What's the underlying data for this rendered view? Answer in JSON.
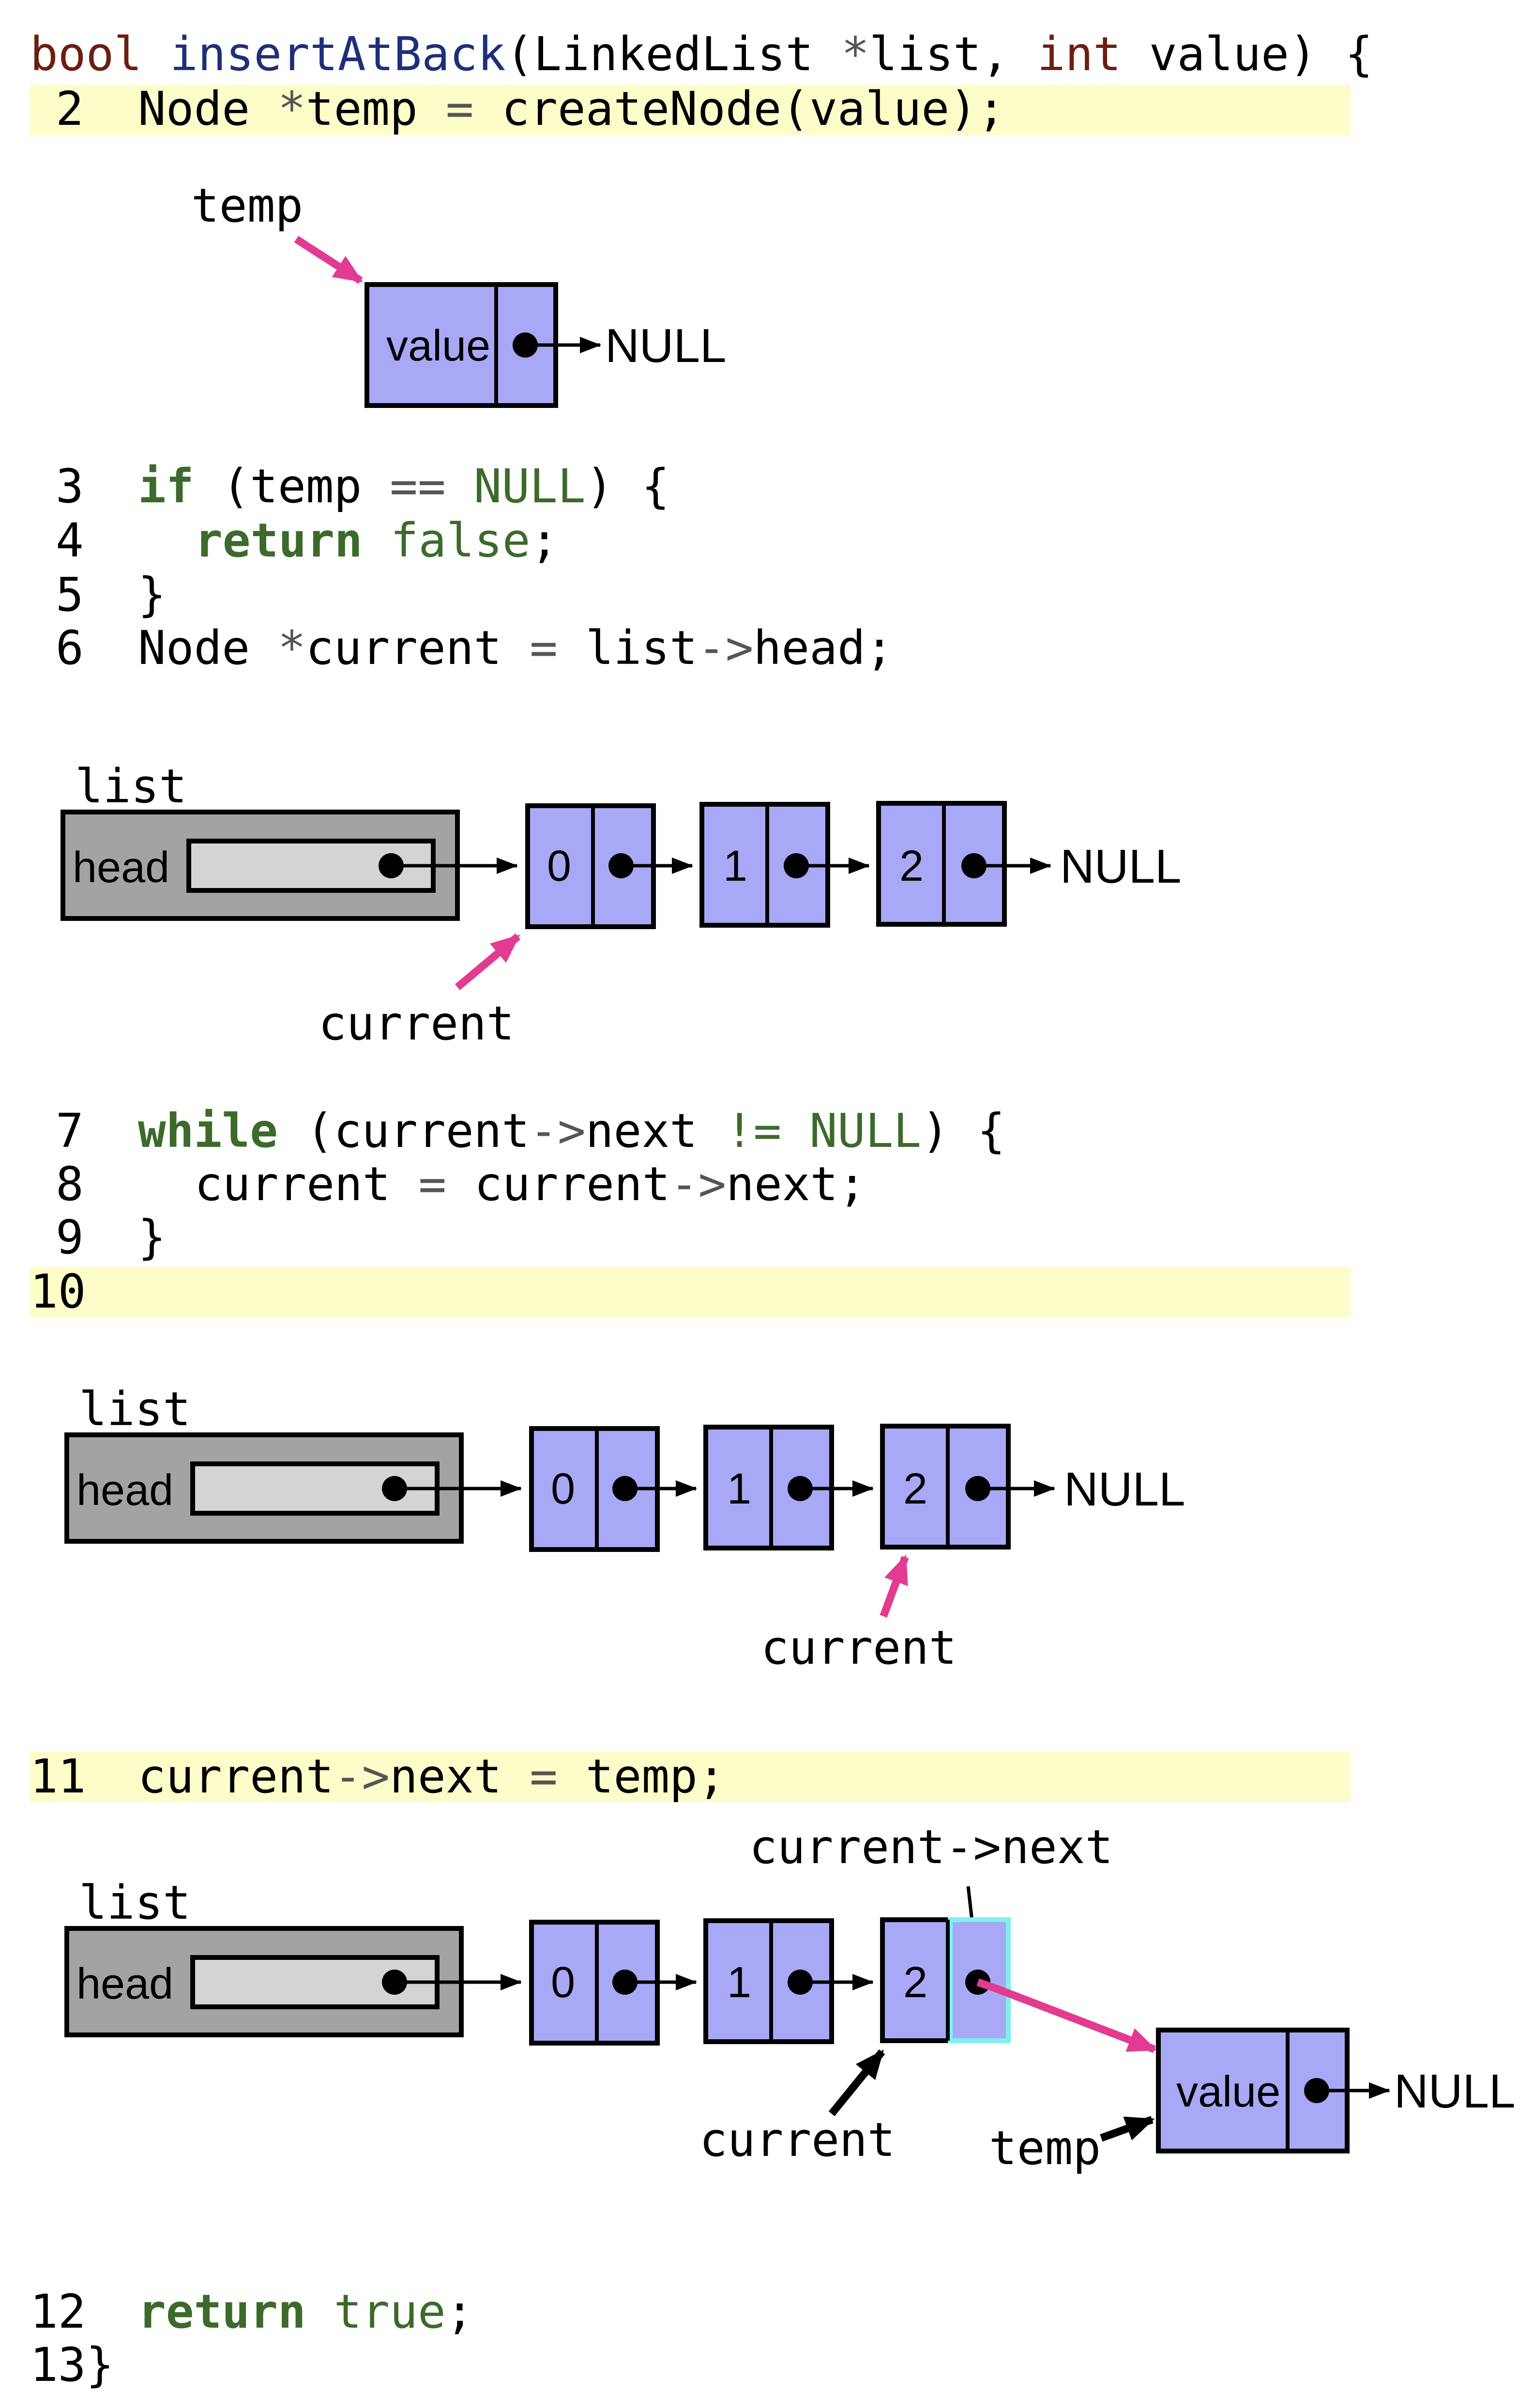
{
  "code": {
    "line1": {
      "type": "bool",
      "fn": "insertAtBack",
      "open": "(LinkedList ",
      "star1": "*",
      "p1": "list, ",
      "int": "int",
      "p2": " value) {"
    },
    "line2": {
      "num": "2",
      "a": "Node ",
      "star": "*",
      "b": "temp ",
      "eq": "=",
      "c": " createNode(value);"
    },
    "line3": {
      "num": "3",
      "kw": "if",
      "a": " (temp ",
      "eq": "==",
      "sp": " ",
      "lit": "NULL",
      "b": ") {"
    },
    "line4": {
      "num": "4",
      "kw": "return",
      "sp": " ",
      "lit": "false",
      "b": ";"
    },
    "line5": {
      "num": "5",
      "a": "}"
    },
    "line6": {
      "num": "6",
      "a": "Node ",
      "star": "*",
      "b": "current ",
      "eq": "=",
      "c": " list",
      "arrow": "->",
      "d": "head;"
    },
    "line7": {
      "num": "7",
      "kw": "while",
      "a": " (current",
      "arrow": "->",
      "b": "next ",
      "ne": "!=",
      "sp": " ",
      "lit": "NULL",
      "c": ") {"
    },
    "line8": {
      "num": "8",
      "a": "current ",
      "eq": "=",
      "b": " current",
      "arrow": "->",
      "c": "next;"
    },
    "line9": {
      "num": "9",
      "a": "}"
    },
    "line10": {
      "num": "10"
    },
    "line11": {
      "num": "11",
      "a": "current",
      "arrow": "->",
      "b": "next ",
      "eq": "=",
      "c": " temp;"
    },
    "line12": {
      "num": "12",
      "kw": "return",
      "sp": " ",
      "lit": "true",
      "b": ";"
    },
    "line13": {
      "num": "13}"
    }
  },
  "labels": {
    "temp": "temp",
    "list": "list",
    "head": "head",
    "current": "current",
    "current_next": "current->next",
    "null": "NULL",
    "value": "value",
    "n0": "0",
    "n1": "1",
    "n2": "2"
  },
  "colors": {
    "node_fill": "#a8a8f6",
    "list_fill": "#a3a3a3",
    "head_fill": "#d4d4d4",
    "pointer_magenta": "#e33a92",
    "highlight": "#fdfdc9",
    "selected_cell_outline": "#7ff0f0",
    "keyword_green": "#3c6a2a",
    "type_brown": "#6b1f10",
    "function_navy": "#1e2f7a"
  }
}
